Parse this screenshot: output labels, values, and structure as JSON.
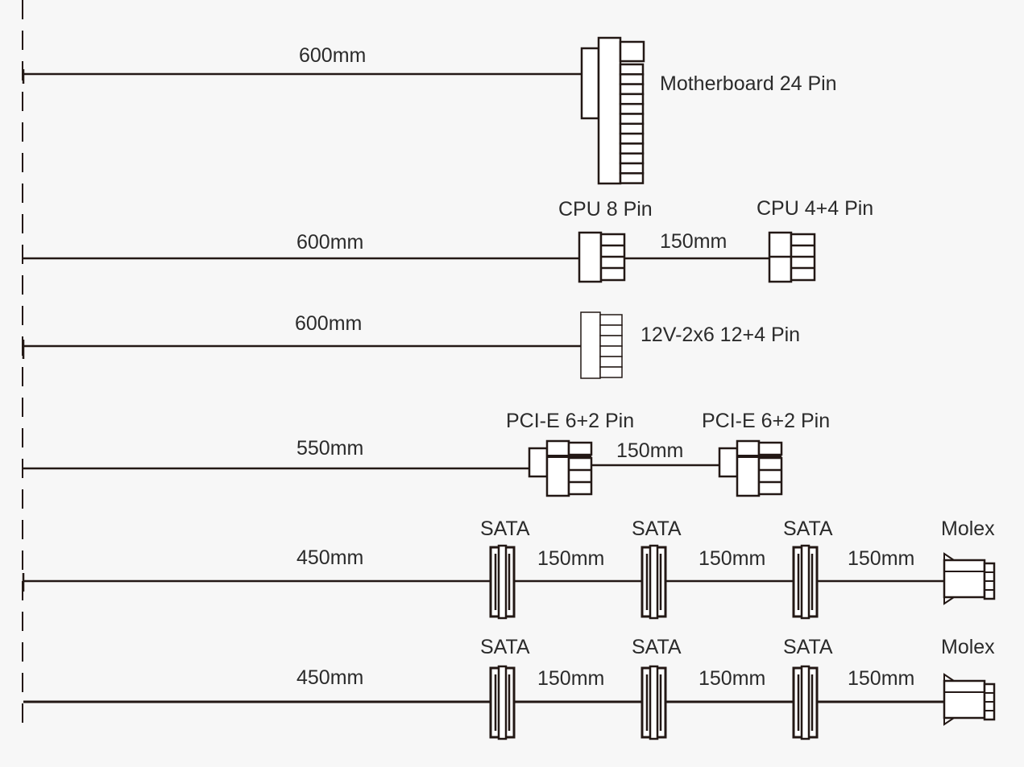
{
  "colors": {
    "line": "#231815",
    "fill": "#ffffff",
    "text": "#2b2b2b",
    "background": "#f7f7f7"
  },
  "cables": [
    {
      "length": "600mm",
      "connectors": [
        {
          "type": "motherboard-24pin",
          "label": "Motherboard 24 Pin"
        }
      ]
    },
    {
      "length": "600mm",
      "connectors": [
        {
          "type": "cpu-8pin",
          "label": "CPU 8 Pin"
        },
        {
          "type": "cpu-4plus4pin",
          "label": "CPU 4+4 Pin",
          "segment": "150mm"
        }
      ]
    },
    {
      "length": "600mm",
      "connectors": [
        {
          "type": "12v-2x6",
          "label": "12V-2x6 12+4 Pin"
        }
      ]
    },
    {
      "length": "550mm",
      "connectors": [
        {
          "type": "pcie-6plus2",
          "label": "PCI-E 6+2 Pin"
        },
        {
          "type": "pcie-6plus2",
          "label": "PCI-E 6+2 Pin",
          "segment": "150mm"
        }
      ]
    },
    {
      "length": "450mm",
      "connectors": [
        {
          "type": "sata",
          "label": "SATA"
        },
        {
          "type": "sata",
          "label": "SATA",
          "segment": "150mm"
        },
        {
          "type": "sata",
          "label": "SATA",
          "segment": "150mm"
        },
        {
          "type": "molex",
          "label": "Molex",
          "segment": "150mm"
        }
      ]
    },
    {
      "length": "450mm",
      "connectors": [
        {
          "type": "sata",
          "label": "SATA"
        },
        {
          "type": "sata",
          "label": "SATA",
          "segment": "150mm"
        },
        {
          "type": "sata",
          "label": "SATA",
          "segment": "150mm"
        },
        {
          "type": "molex",
          "label": "Molex",
          "segment": "150mm"
        }
      ]
    }
  ]
}
